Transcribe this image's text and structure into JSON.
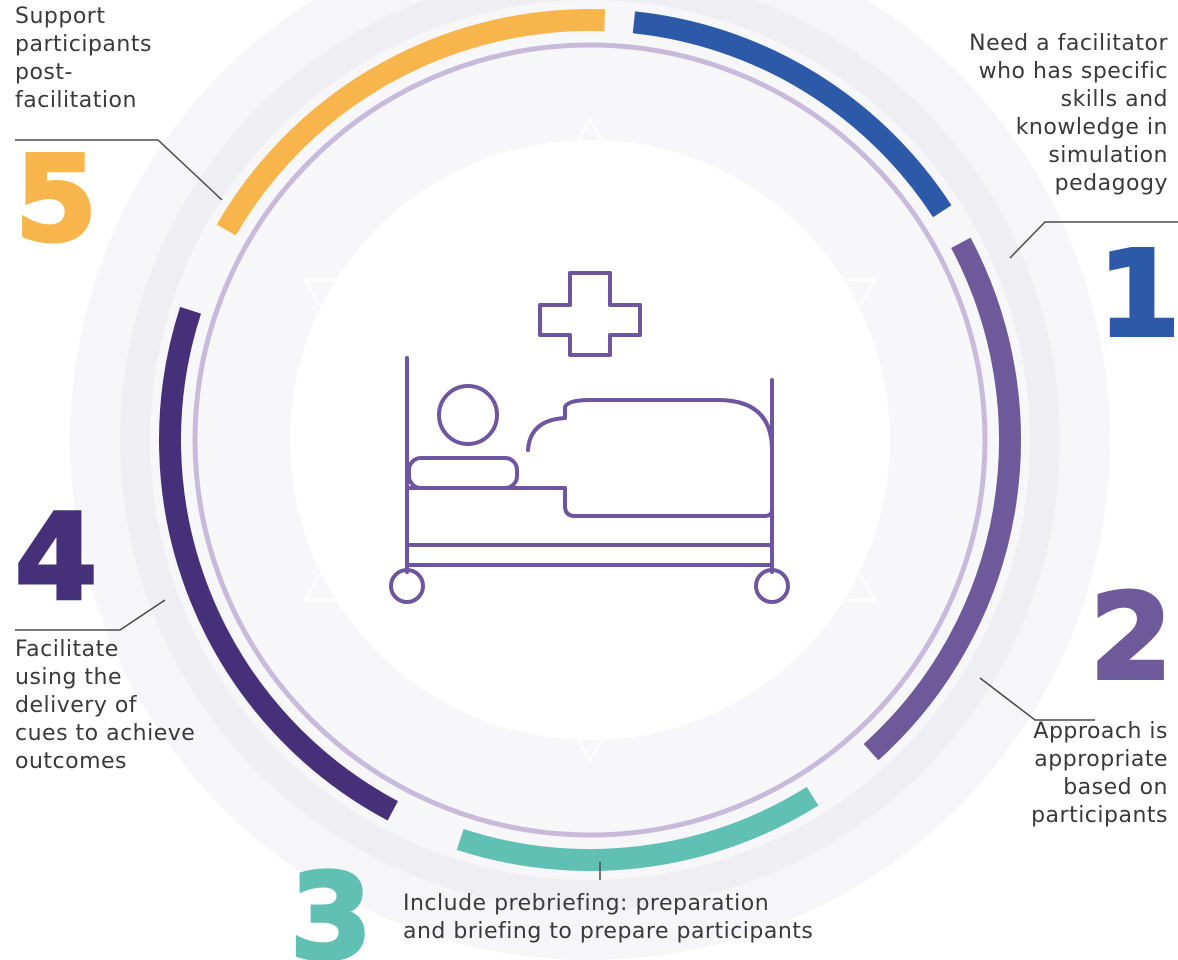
{
  "steps": [
    {
      "number": "1",
      "text": "Need a facilitator\nwho has specific\nskills and\nknowledge in\nsimulation\npedagogy",
      "color": "#2d5aa8"
    },
    {
      "number": "2",
      "text": "Approach is\nappropriate\nbased on\nparticipants",
      "color": "#6e5a9a"
    },
    {
      "number": "3",
      "text": "Include prebriefing: preparation\nand briefing to prepare participants",
      "color": "#5fc0b3"
    },
    {
      "number": "4",
      "text": "Facilitate\nusing the\ndelivery of\ncues to achieve\noutcomes",
      "color": "#46307a"
    },
    {
      "number": "5",
      "text": "Support\nparticipants\npost-\nfacilitation",
      "color": "#f8b54c"
    }
  ],
  "center": {
    "icon": "hospital-bed-icon",
    "color": "#6e55a0"
  },
  "colors": {
    "ring": "#c7bada",
    "background_ring": "#f2f2f6",
    "leader": "#4a4a4a"
  }
}
